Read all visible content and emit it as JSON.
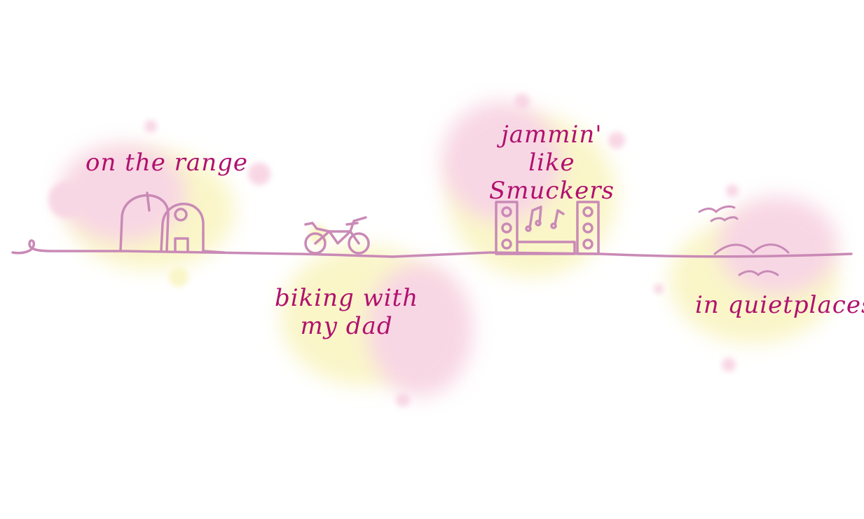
{
  "colors": {
    "ink": "#b0116e",
    "line": "#c98ab6",
    "wash_yellow": "#f6ee9c",
    "wash_pink": "#f3b6cf"
  },
  "vignettes": [
    {
      "caption_lines": [
        "on the range"
      ],
      "icon": "observatory-icon"
    },
    {
      "caption_lines": [
        "biking with",
        "my dad"
      ],
      "icon": "bicycle-icon"
    },
    {
      "caption_lines": [
        "jammin'",
        "like",
        "Smuckers"
      ],
      "icon": "stereo-speakers-icon"
    },
    {
      "caption_lines": [
        "in quietplaces"
      ],
      "icon": "waves-birds-icon"
    }
  ]
}
